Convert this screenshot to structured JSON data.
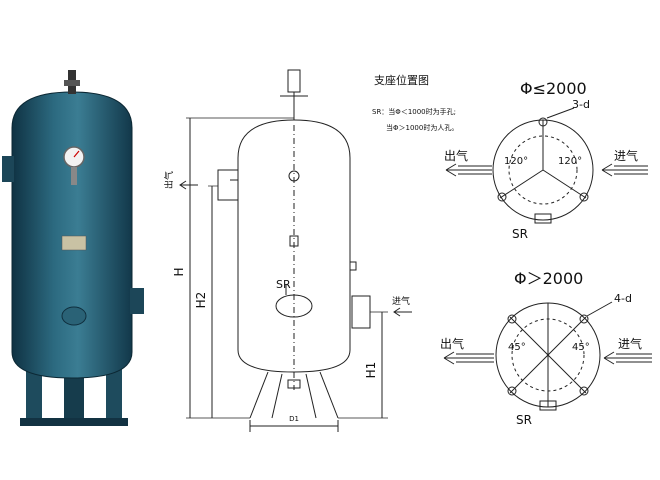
{
  "diagram": {
    "support_title": "支座位置图",
    "sr_note_line1": "SR：当Φ＜1000时为手孔;",
    "sr_note_line2": "当Φ＞1000时为人孔。",
    "top_heading": "Φ≤2000",
    "bottom_heading": "Φ＞2000",
    "top_legs_label": "3-d",
    "bottom_legs_label": "4-d",
    "top_angle_left": "120°",
    "top_angle_right": "120°",
    "bottom_angle_left": "45°",
    "bottom_angle_right": "45°",
    "outlet_label": "出气",
    "inlet_label": "进气",
    "sr_label": "SR",
    "dim_H": "H",
    "dim_H1": "H1",
    "dim_H2": "H2",
    "dim_D1": "D1",
    "tank_color": "#1d4f63",
    "line_color": "#222222"
  }
}
